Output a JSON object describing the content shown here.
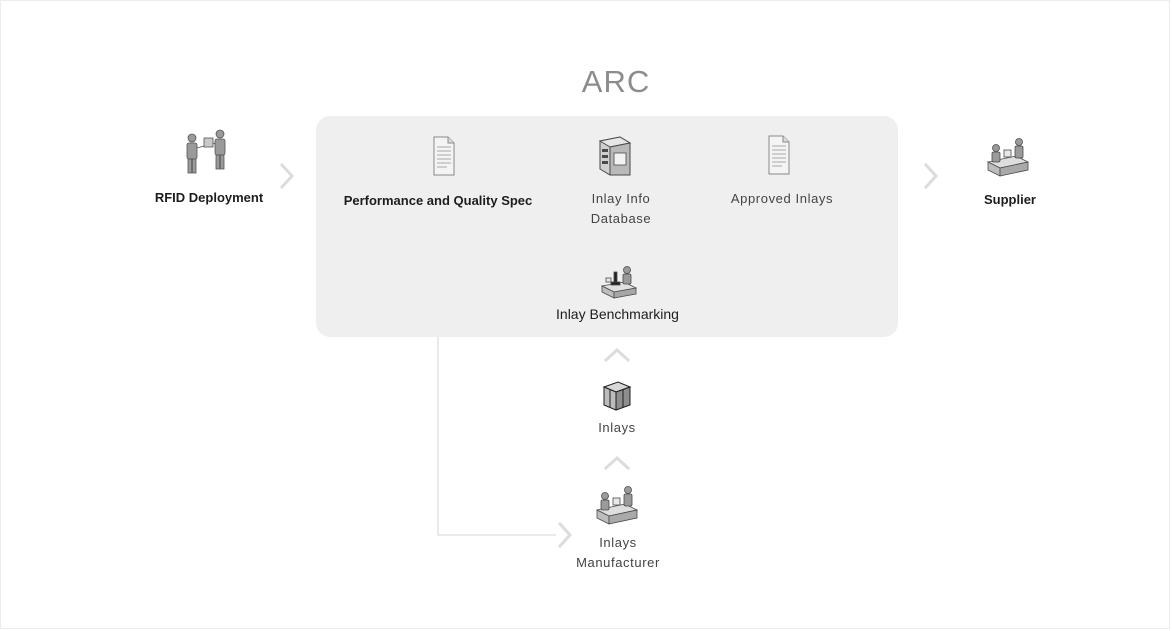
{
  "diagram": {
    "title": "ARC",
    "nodes": {
      "rfid_deployment": {
        "label": "RFID Deployment",
        "icon": "handshake-people-icon"
      },
      "perf_quality_spec": {
        "label": "Performance and Quality Spec",
        "icon": "document-icon"
      },
      "inlay_info_db": {
        "label": "Inlay Info Database",
        "icon": "database-server-icon"
      },
      "approved_inlays": {
        "label": "Approved Inlays",
        "icon": "document-icon"
      },
      "supplier": {
        "label": "Supplier",
        "icon": "factory-workers-icon"
      },
      "inlay_benchmarking": {
        "label": "Inlay Benchmarking",
        "icon": "microscope-worker-icon"
      },
      "inlays": {
        "label": "Inlays",
        "icon": "package-box-icon"
      },
      "inlays_manufacturer": {
        "label": "Inlays Manufacturer",
        "icon": "factory-workers-icon"
      }
    }
  }
}
